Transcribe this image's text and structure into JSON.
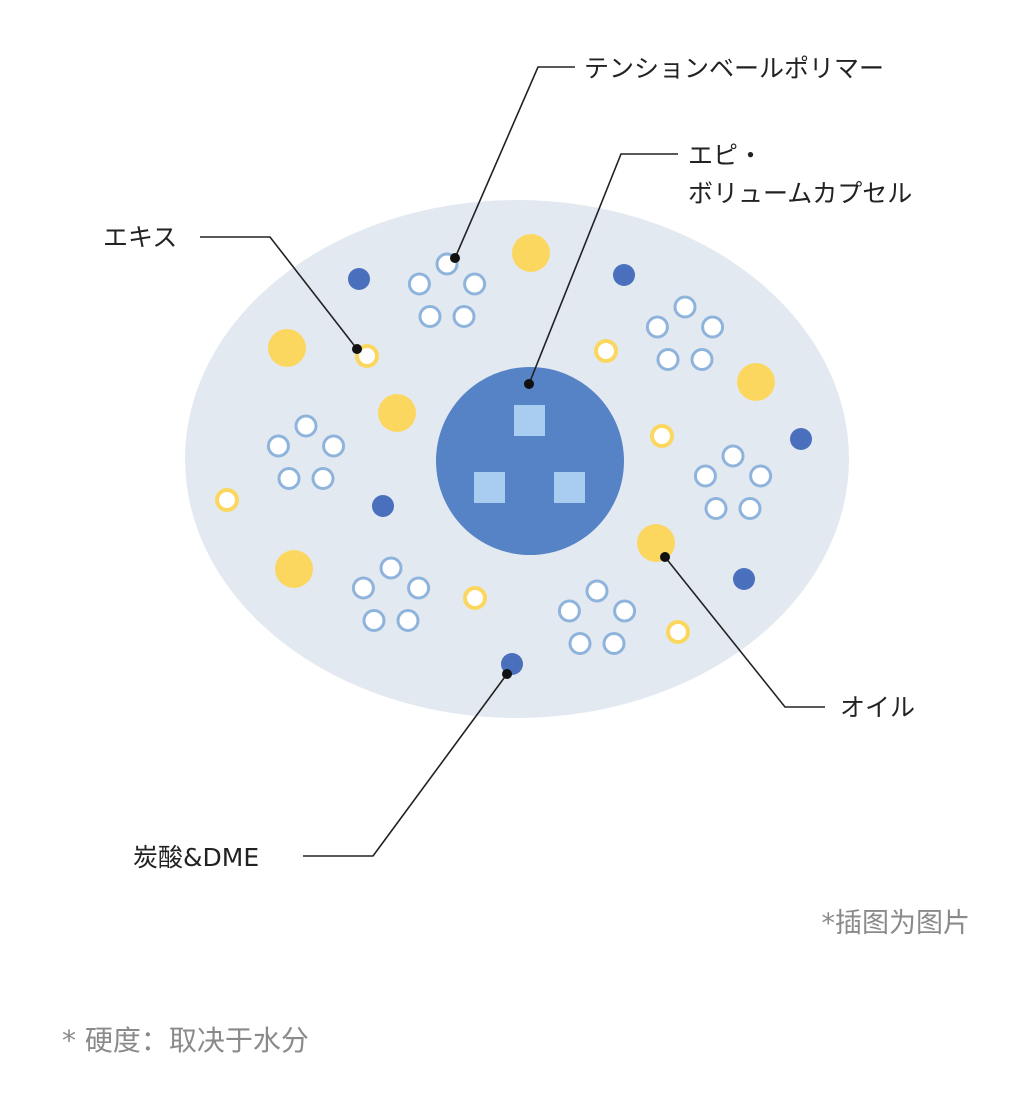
{
  "labels": {
    "polymer": "テンションベールポリマー",
    "capsule_line1": "エピ・",
    "capsule_line2": "ボリュームカプセル",
    "extract": "エキス",
    "oil": "オイル",
    "carbonic": "炭酸&DME"
  },
  "notes": {
    "illustration": "*插图为图片",
    "hardness": "* 硬度：取决于水分"
  },
  "colors": {
    "background": "#ffffff",
    "ellipse": "#e3e9f1",
    "core": "#5683c6",
    "core_squares": "#a9cdf0",
    "oil_dot": "#fbd760",
    "extract_ring": "#fbd760",
    "carbonic_dot": "#4a70bd",
    "polymer_ring": "#8fb4dc",
    "leader_line": "#222222",
    "label_text": "#222222",
    "note_text": "#8a8a8a"
  }
}
